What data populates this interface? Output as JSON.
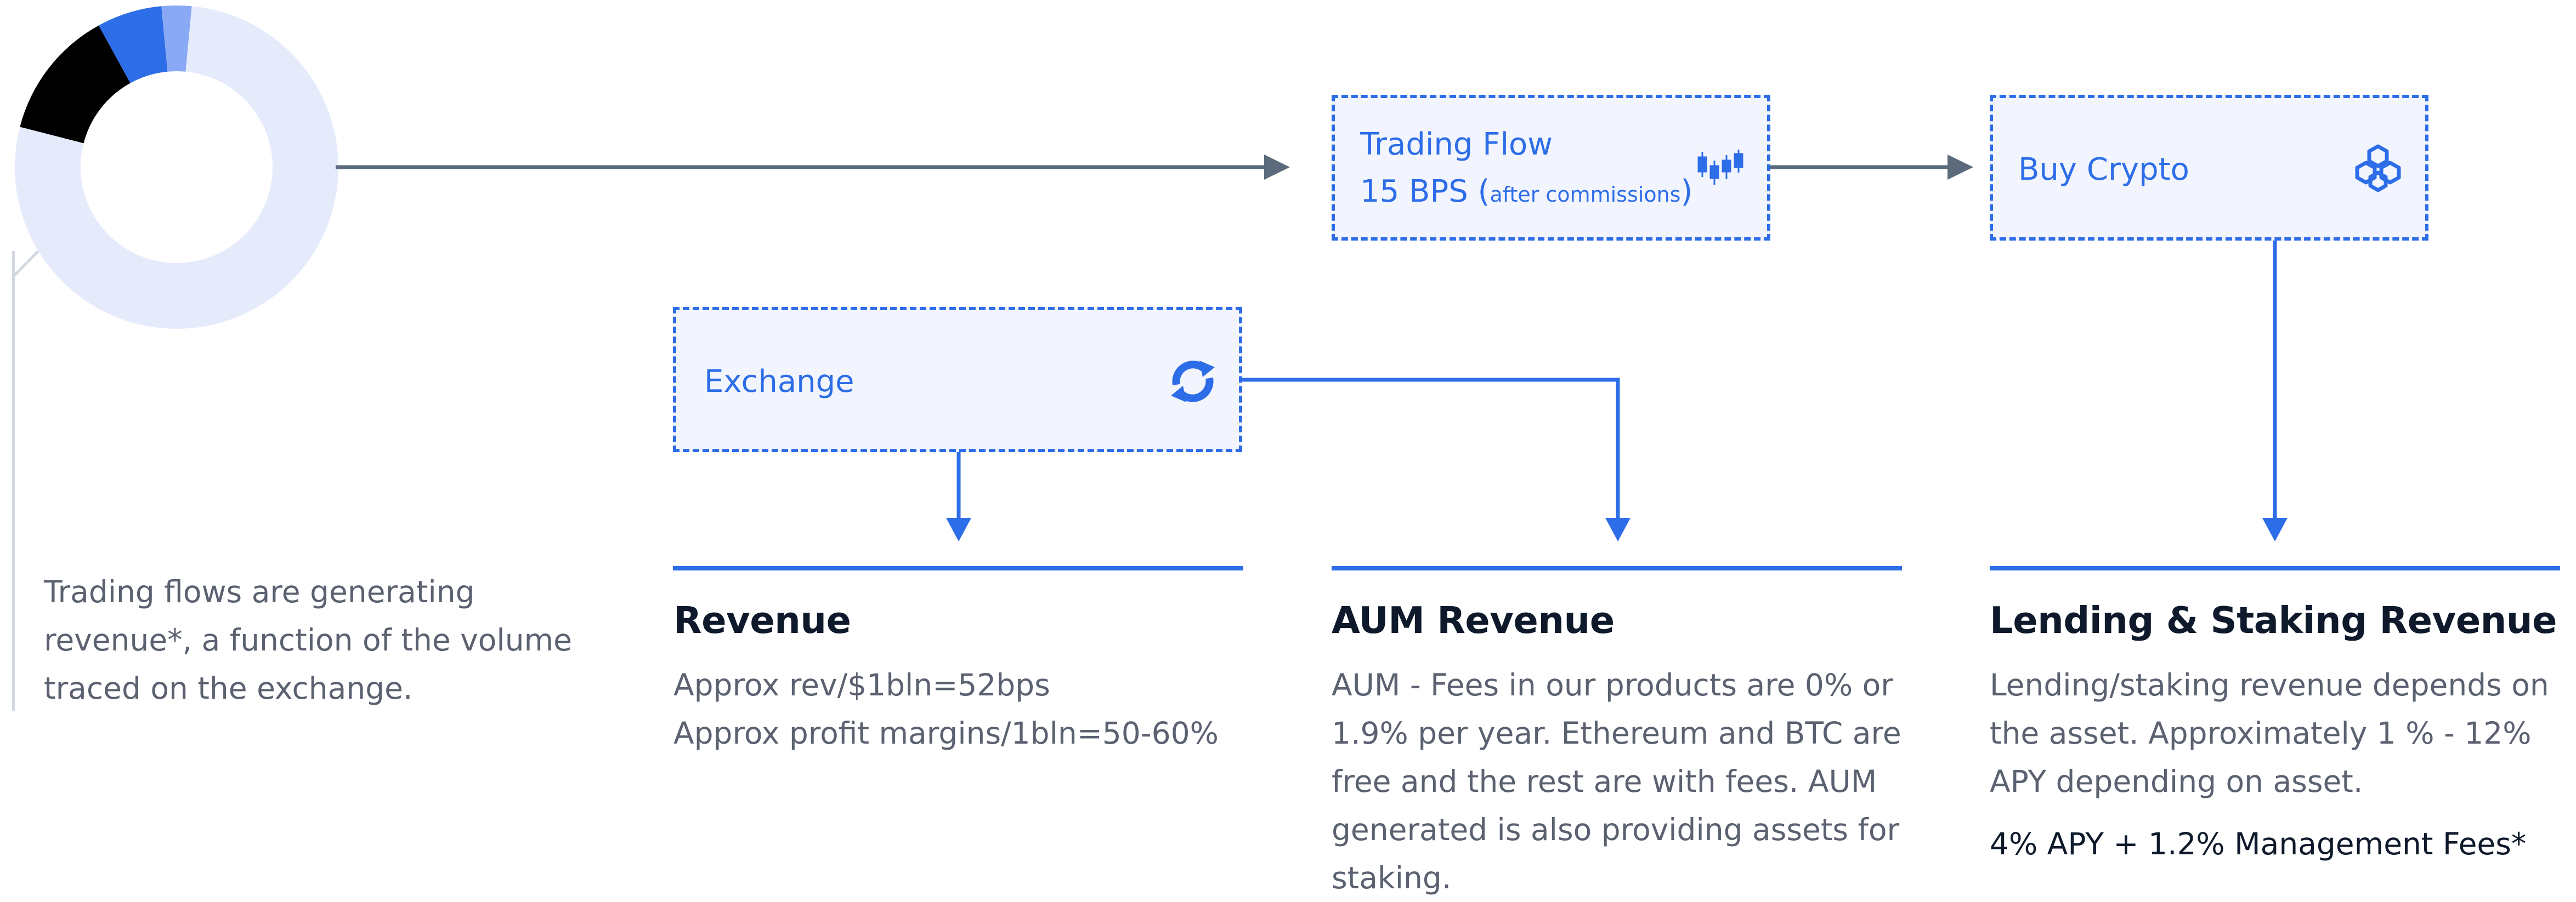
{
  "colors": {
    "accent": "#2d6de8",
    "box_fill": "#f2f5fd",
    "connector_gray": "#5b6b7b",
    "donut_track": "#e6ebfc",
    "donut_black": "#000000",
    "donut_blue": "#2d6de8",
    "donut_light_blue": "#8aa9f5",
    "title_text": "#0e1a2b",
    "body_text": "#5b6170"
  },
  "donut": {
    "segments": [
      {
        "name": "black",
        "color": "#000000",
        "fraction": 0.13
      },
      {
        "name": "blue",
        "color": "#2d6de8",
        "fraction": 0.065
      },
      {
        "name": "light-blue",
        "color": "#8aa9f5",
        "fraction": 0.03
      },
      {
        "name": "track",
        "color": "#e6ebfc",
        "fraction": 0.775
      }
    ]
  },
  "left_note": {
    "lines": [
      "Trading flows are generating",
      "revenue*, a function of the volume",
      "traced on the exchange."
    ]
  },
  "nodes": {
    "trading_flow": {
      "title": "Trading Flow",
      "value": "15 BPS (",
      "value_note": "after commissions",
      "value_close": ")",
      "icon": "candlestick-chart-icon"
    },
    "buy_crypto": {
      "title": "Buy Crypto",
      "icon": "cubes-icon"
    },
    "exchange": {
      "title": "Exchange",
      "icon": "refresh-arrows-icon"
    }
  },
  "columns": {
    "revenue": {
      "title": "Revenue",
      "lines": [
        "Approx rev/$1bln=52bps",
        "Approx profit margins/1bln=50-60%"
      ]
    },
    "aum_revenue": {
      "title": "AUM Revenue",
      "lines": [
        "AUM - Fees in our products are 0% or",
        "1.9% per year. Ethereum and BTC are",
        "free and the rest are with fees. AUM",
        "generated is also providing assets for",
        "staking."
      ]
    },
    "lending_staking": {
      "title": "Lending & Staking Revenue",
      "lines": [
        "Lending/staking revenue depends on",
        "the asset. Approximately 1 % - 12%",
        "APY depending on asset."
      ],
      "extra": "4% APY + 1.2% Management Fees*"
    }
  }
}
